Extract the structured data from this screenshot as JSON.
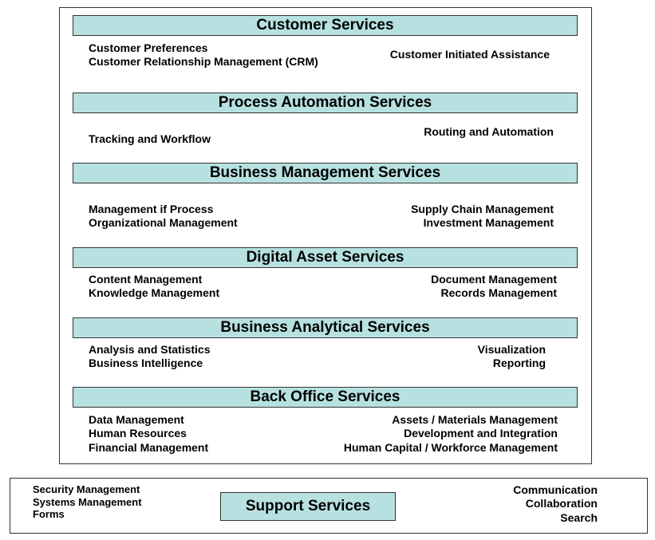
{
  "sections": [
    {
      "title": "Customer Services",
      "left": [
        "Customer Preferences",
        "Customer Relationship Management (CRM)"
      ],
      "right": [
        "Customer Initiated Assistance"
      ]
    },
    {
      "title": "Process Automation Services",
      "left": [
        "Tracking and Workflow"
      ],
      "right": [
        "Routing and Automation"
      ]
    },
    {
      "title": "Business Management Services",
      "left": [
        "Management if Process",
        "Organizational Management"
      ],
      "right": [
        "Supply Chain Management",
        "Investment Management"
      ]
    },
    {
      "title": "Digital Asset Services",
      "left": [
        "Content Management",
        "Knowledge Management"
      ],
      "right": [
        "Document Management",
        "Records Management"
      ]
    },
    {
      "title": "Business Analytical Services",
      "left": [
        "Analysis and Statistics",
        "Business Intelligence"
      ],
      "right": [
        "Visualization",
        "Reporting"
      ]
    },
    {
      "title": "Back Office Services",
      "left": [
        "Data Management",
        "Human Resources",
        "Financial Management"
      ],
      "right": [
        "Assets / Materials Management",
        "Development and Integration",
        "Human Capital / Workforce Management"
      ]
    }
  ],
  "support": {
    "title": "Support Services",
    "left": [
      "Security Management",
      "Systems Management",
      "Forms"
    ],
    "right": [
      "Communication",
      "Collaboration",
      "Search"
    ]
  }
}
